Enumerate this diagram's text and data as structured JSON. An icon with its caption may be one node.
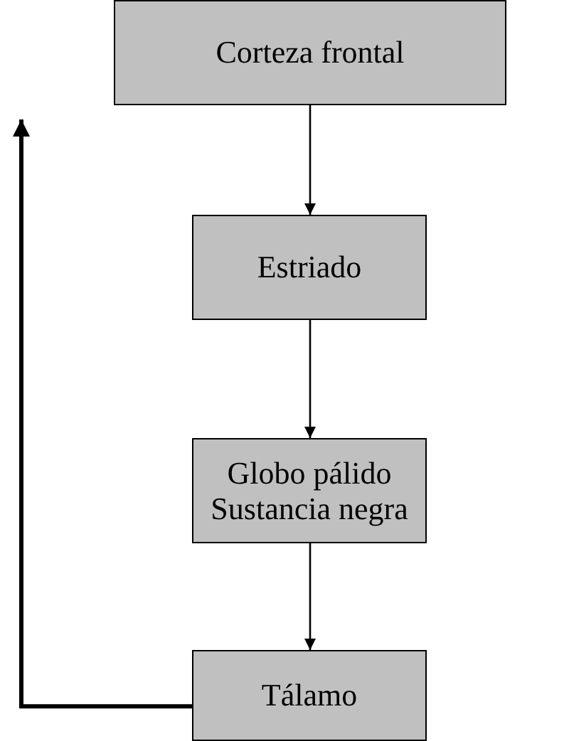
{
  "diagram": {
    "nodes": [
      {
        "text": [
          "Corteza frontal"
        ]
      },
      {
        "text": [
          "Estriado"
        ]
      },
      {
        "text": [
          "Globo pálido Sustancia negra"
        ]
      },
      {
        "text": [
          "Tálamo"
        ]
      }
    ],
    "edges": [
      {
        "from": 0,
        "to": 1,
        "arrow": "to"
      },
      {
        "from": 1,
        "to": 2,
        "arrow": "to"
      },
      {
        "from": 2,
        "to": 3,
        "arrow": "to"
      },
      {
        "from": 3,
        "to": null,
        "arrow": "to",
        "style": "thick"
      }
    ]
  }
}
